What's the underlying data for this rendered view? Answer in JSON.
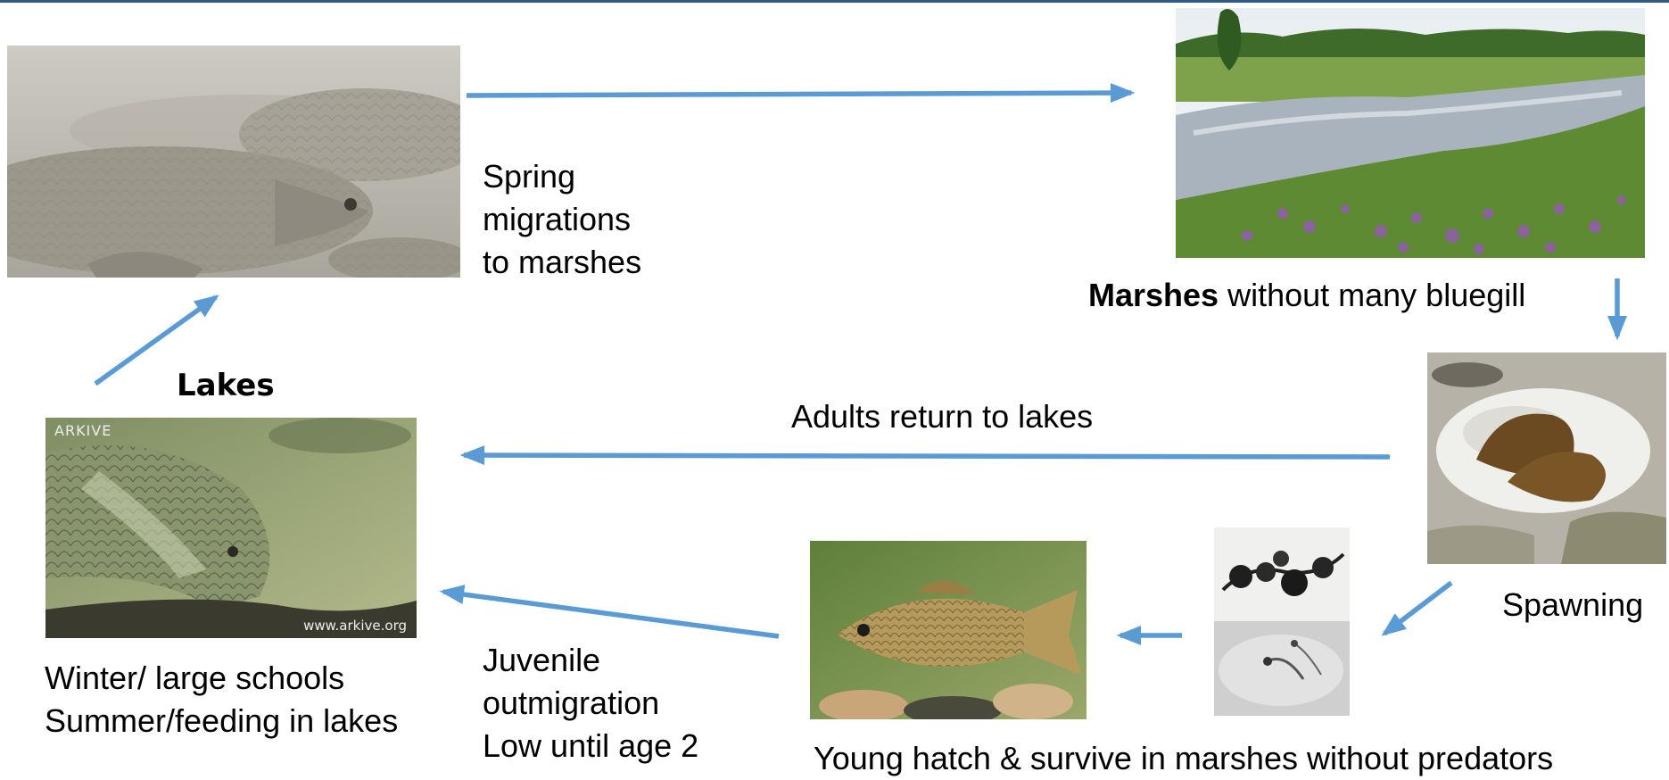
{
  "labels": {
    "spring_line1": "Spring",
    "spring_line2": "migrations",
    "spring_line3": "to marshes",
    "marshes_bold": "Marshes",
    "marshes_rest": " without many bluegill",
    "lakes": "Lakes",
    "adults_return": "Adults return to lakes",
    "spawning": "Spawning",
    "winter": "Winter/ large schools",
    "summer": "Summer/feeding in lakes",
    "juvenile_line1": "Juvenile",
    "juvenile_line2": "outmigration",
    "juvenile_line3": "Low until age 2",
    "young_hatch": "Young hatch & survive  in marshes without predators"
  },
  "watermark": {
    "brand": "ARKIVE",
    "url": "www.arkive.org"
  },
  "colors": {
    "arrow": "#5b9bd5",
    "top_rule": "#2e5a87"
  }
}
